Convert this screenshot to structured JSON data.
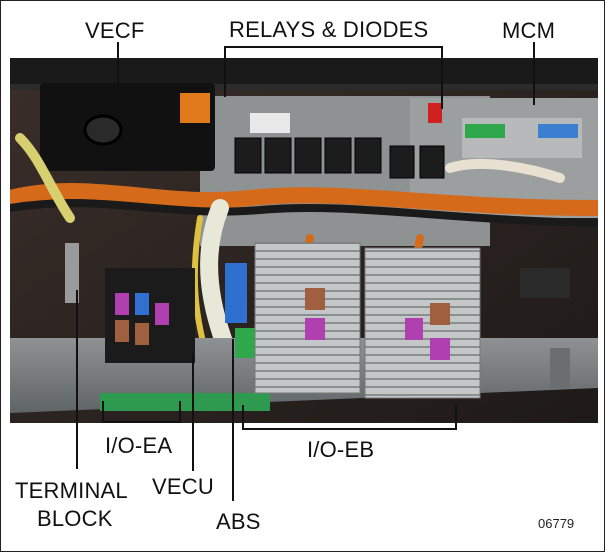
{
  "labels": {
    "vecf": "VECF",
    "relays_diodes": "RELAYS & DIODES",
    "mcm": "MCM",
    "io_ea": "I/O-EA",
    "io_eb": "I/O-EB",
    "terminal_block_line1": "TERMINAL",
    "terminal_block_line2": "BLOCK",
    "vecu": "VECU",
    "abs": "ABS"
  },
  "figure_number": "06779"
}
